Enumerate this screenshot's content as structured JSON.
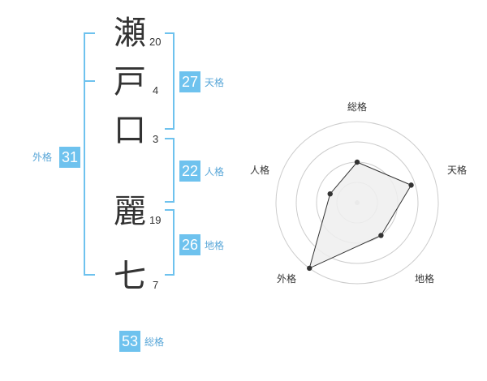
{
  "name_chars": [
    {
      "char": "瀬",
      "strokes": "20"
    },
    {
      "char": "戸",
      "strokes": "4"
    },
    {
      "char": "口",
      "strokes": "3"
    },
    {
      "char": "麗",
      "strokes": "19"
    },
    {
      "char": "七",
      "strokes": "7"
    }
  ],
  "fortune": {
    "tenkaku": {
      "value": "27",
      "label": "天格"
    },
    "jinkaku": {
      "value": "22",
      "label": "人格"
    },
    "chikaku": {
      "value": "26",
      "label": "地格"
    },
    "gaikaku": {
      "value": "31",
      "label": "外格"
    },
    "soukaku": {
      "value": "53",
      "label": "総格"
    }
  },
  "radar": {
    "axes": [
      "総格",
      "天格",
      "地格",
      "外格",
      "人格"
    ],
    "values": [
      0.5,
      0.7,
      0.5,
      1.0,
      0.35
    ],
    "max": 1.0,
    "fill_color": "#efefef",
    "line_color": "#333333",
    "ring_color": "#cccccc"
  },
  "colors": {
    "accent": "#6ec2ee"
  }
}
